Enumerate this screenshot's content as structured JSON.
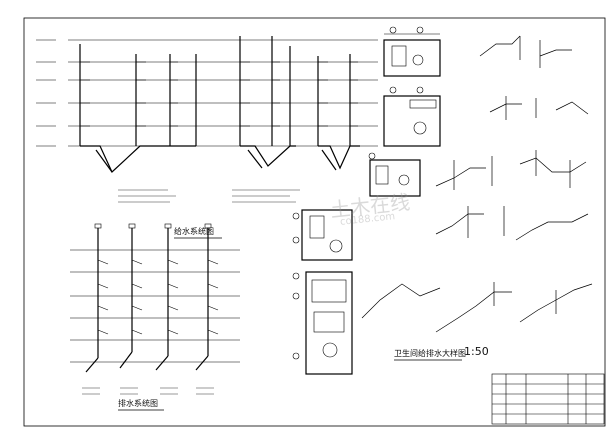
{
  "drawing": {
    "titles": {
      "water_supply": "给水系统图",
      "drainage": "排水系统图",
      "bathroom_detail": "卫生间给排水大样图",
      "bathroom_scale": "1:50"
    },
    "watermark": {
      "main": "土木在线",
      "sub": "co188.com"
    },
    "title_block": {
      "project_label": "",
      "drawing_no": ""
    }
  }
}
